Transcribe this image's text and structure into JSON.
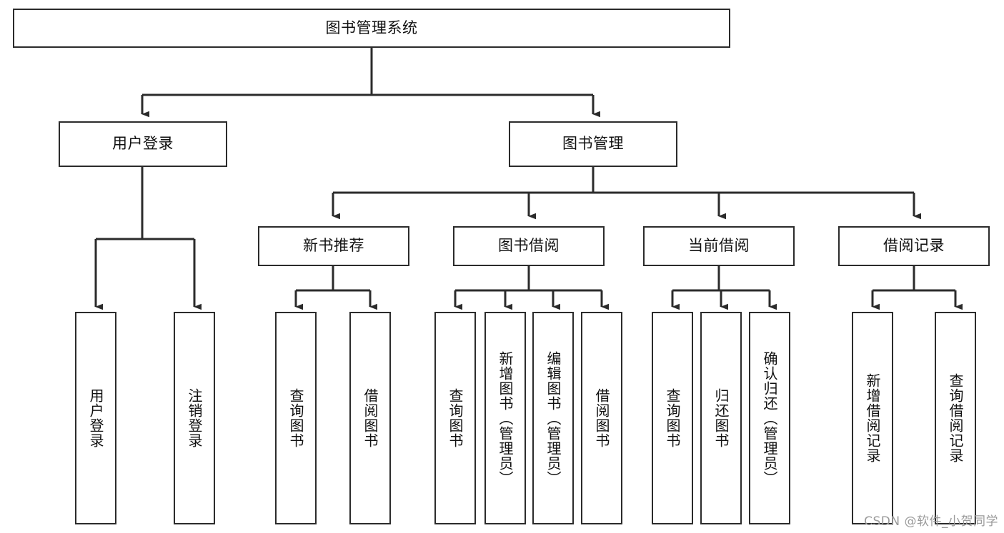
{
  "diagram": {
    "title": "图书管理系统",
    "type": "hierarchy-tree",
    "watermark": "CSDN @软件_小贺同学",
    "colors": {
      "background": "#ffffff",
      "box_border": "#2b2b2b",
      "box_fill": "#ffffff",
      "edge": "#2b2b2b",
      "text": "#111111",
      "watermark": "#9a9a9a"
    },
    "root": {
      "id": "root",
      "label": "图书管理系统"
    },
    "level1": [
      {
        "id": "user-login",
        "label": "用户登录"
      },
      {
        "id": "book-manage",
        "label": "图书管理"
      }
    ],
    "level2": [
      {
        "id": "new-book-rec",
        "label": "新书推荐",
        "parent": "book-manage"
      },
      {
        "id": "book-borrow",
        "label": "图书借阅",
        "parent": "book-manage"
      },
      {
        "id": "current-borrow",
        "label": "当前借阅",
        "parent": "book-manage"
      },
      {
        "id": "borrow-record",
        "label": "借阅记录",
        "parent": "book-manage"
      }
    ],
    "leaves": {
      "user-login": [
        {
          "id": "leaf-user-login",
          "label": "用户登录"
        },
        {
          "id": "leaf-logout",
          "label": "注销登录"
        }
      ],
      "new-book-rec": [
        {
          "id": "leaf-query-book-1",
          "label": "查询图书"
        },
        {
          "id": "leaf-borrow-book-1",
          "label": "借阅图书"
        }
      ],
      "book-borrow": [
        {
          "id": "leaf-query-book-2",
          "label": "查询图书"
        },
        {
          "id": "leaf-add-book",
          "label": "新增图书（管理员）"
        },
        {
          "id": "leaf-edit-book",
          "label": "编辑图书（管理员）"
        },
        {
          "id": "leaf-borrow-book-2",
          "label": "借阅图书"
        }
      ],
      "current-borrow": [
        {
          "id": "leaf-query-book-3",
          "label": "查询图书"
        },
        {
          "id": "leaf-return-book",
          "label": "归还图书"
        },
        {
          "id": "leaf-confirm-return",
          "label": "确认归还（管理员）"
        }
      ],
      "borrow-record": [
        {
          "id": "leaf-add-record",
          "label": "新增借阅记录"
        },
        {
          "id": "leaf-query-record",
          "label": "查询借阅记录"
        }
      ]
    }
  }
}
